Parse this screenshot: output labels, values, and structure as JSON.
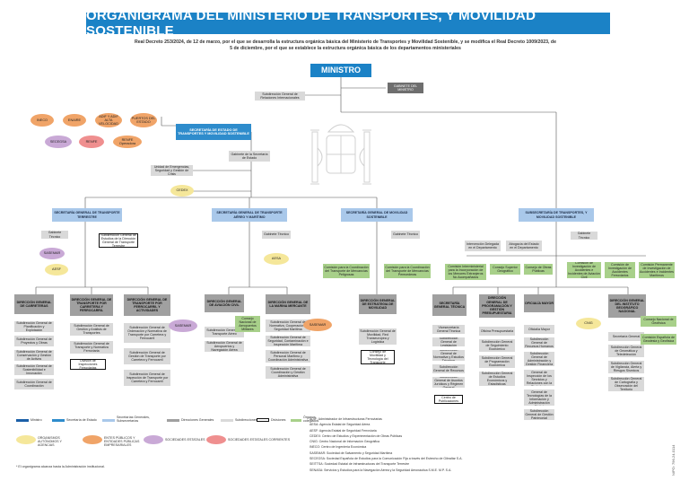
{
  "title": "ORGANIGRAMA DEL MINISTERIO DE TRANSPORTES, Y MOVILIDAD SOSTENIBLE",
  "subtitle": "Real Decreto 253/2024, de 12 de marzo, por el que se desarrolla la estructura orgánica básica del Ministerio de Transportes y Movilidad Sostenible, y se modifica el Real Decreto 1009/2023, de 5 de diciembre, por el que se establece la estructura orgánica básica de los departamentos ministeriales",
  "ministro": "MINISTRO",
  "gabinete_ministro": "GABINETE DEL MINISTRO",
  "sg_relaciones": "Subdirección General de Relaciones Internacionales",
  "sec_estado": "SECRETARÍA DE ESTADO DE TRANSPORTES Y MOVILIDAD SOSTENIBLE",
  "gabinete_se": "Gabinete de la Secretaría de Estado",
  "unidad_emergencias": "Unidad de Emergencias, Seguridad y Gestión de Crisis",
  "ovals_top": [
    "INECO",
    "ENAIRE",
    "ADIF Y ADIF ALTA VELOCIDAD",
    "PUERTOS DEL ESTADO"
  ],
  "ovals_mid": [
    "SECEGSA",
    "RENFE",
    "RENFE Operadora"
  ],
  "cedex": "CEDEX",
  "sg_terrestre": "SECRETARÍA GENERAL DE TRANSPORTE TERRESTRE",
  "sg_aereo": "SECRETARÍA GENERAL DE TRANSPORTE AÉREO Y MARÍTIMO",
  "sg_movilidad": "SECRETARÍA GENERAL DE MOVILIDAD SOSTENIBLE",
  "subsec": "SUBSECRETARÍA DE TRANSPORTES, Y MOVILIDAD SOSTENIBLE",
  "gabinete_tecnico": "Gabinete Técnico",
  "terr_outline": "Subdirección General de Estudios de la Dirección General de Transporte Terrestre",
  "sasemar": "SASEMAR",
  "aesf": "AESF",
  "aesa": "AESA",
  "mov_green": [
    "Comisión para la Coordinación del Transporte de Mercancías Peligrosas",
    "Comisión para la Coordinación del Transporte de Mercancías Perecederas"
  ],
  "subsec_top": [
    "Intervención Delegada en el Departamento",
    "Abogacía del Estado en el Departamento"
  ],
  "subsec_mid": [
    "Comisión Interministerial para la Incorporación de los Menores Extranjeros No Acompañados",
    "Consejo Superior Geográfico",
    "Consejo de Obras Públicas"
  ],
  "subsec_comisiones": [
    "Comisión de Investigación de Accidentes e Incidentes de Aviación Civil",
    "Comisión de Investigación de Accidentes Ferroviarios",
    "Comisión Permanente de Investigación de Accidentes e Incidentes Marítimos"
  ],
  "dg_cols": [
    {
      "name": "DIRECCIÓN GENERAL DE CARRETERAS",
      "items": [
        "Subdirección General de Planificación y Explotación",
        "Subdirección General de Proyectos y Obras",
        "Subdirección General de Conservación y Gestión de Activos",
        "Subdirección General de Sostenibilidad e Innovación",
        "Subdirección General de Coordinación"
      ]
    },
    {
      "name": "DIRECCIÓN GENERAL DE TRANSPORTE POR CARRETERA Y FERROCARRIL",
      "items": [
        "Subdirección General de Gestión y Análisis de Transportes",
        "Subdirección General de Transporte y Normativa Ferroviaria"
      ],
      "outline": "División de Inspecciones Ferroviarias"
    },
    {
      "name": "DIRECCIÓN GENERAL DE TRANSPORTE POR FERROCARRIL Y ACTIVIDADES",
      "items": [
        "Subdirección General de Ordenación y Normativa de Transporte por Carretera y Ferrocarril",
        "Subdirección General de Gestión de Transporte por Carretera y Ferrocarril",
        "Subdirección General de Inspección de Transporte por Carretera y Ferrocarril"
      ]
    },
    {
      "name": "DIRECCIÓN GENERAL DE AVIACIÓN CIVIL",
      "items": [
        "Subdirección General de Transporte Aéreo",
        "Subdirección General de Aeropuertos y Navegación Aérea"
      ]
    },
    {
      "name": "DIRECCIÓN GENERAL DE LA MARINA MERCANTE",
      "items": [
        "Subdirección General de Normativa, Cooperación y Seguridad Marítima",
        "Subdirección General de Seguridad, Contaminación e Inspección Marítima",
        "Subdirección General de Personal Marítimo y Coordinación Administrativa",
        "Subdirección General de Coordinación y Gestión Administrativa"
      ]
    },
    {
      "name": "DIRECCIÓN GENERAL DE ESTRATEGIA DE MOVILIDAD",
      "items": [
        "Subdirección General de Movilidad, Red Transeuropea y Logística"
      ],
      "outline": "Consejo de Movilidad y Tecnología del Transporte"
    },
    {
      "name": "SECRETARÍA GENERAL TÉCNICA",
      "items": [
        "Vicesecretaría General Técnica",
        "Subdirección General de Legislación",
        "Subdirección General de Normativa y Estudios Técnicos",
        "Subdirección General de Recursos",
        "Subdirección General de Asuntos Jurídicos y Régimen General"
      ],
      "outline": "Centro de Publicaciones"
    },
    {
      "name": "DIRECCIÓN GENERAL DE PROGRAMACIÓN Y GESTIÓN PRESUPUESTARIA",
      "items": [
        "Oficina Presupuestaria",
        "Subdirección General de Seguimiento Económico",
        "Subdirección General de Programación Económica",
        "Subdirección General de Estudios Económicos y Estadísticas"
      ]
    },
    {
      "name": "OFICIALÍA MAYOR",
      "items": [
        "Oficialía Mayor",
        "Subdirección General de Recursos Humanos",
        "Subdirección General de Administración y Gestión Financiera",
        "Subdirección General de Inspección de los Servicios y Relaciones con la Ciudadanía",
        "Subdirección General de Tecnologías de la Información y Administración Digital",
        "Subdirección General de Gestión Patrimonial"
      ]
    },
    {
      "name": "DIRECCIÓN GENERAL DEL INSTITUTO GEOGRÁFICO NACIONAL",
      "items": [
        "Secretaría General",
        "Subdirección General de Geomática y Teledetección",
        "Subdirección General de Vigilancia, Alerta y Riesgos Sísmicos",
        "Subdirección General de Cartografía y Observación del Territorio"
      ]
    }
  ],
  "aereo_greens": [
    "Consejo Nacional de Aeropuertos Militares"
  ],
  "mar_oval": "SASEMAR",
  "subsec_greens": [
    "Consejo Nacional de Geofísica",
    "Comisión Española de Geodesia y Geofísica"
  ],
  "cnig": "CNIG",
  "legend": [
    {
      "label": "Ministro",
      "color": "#1b5fa8"
    },
    {
      "label": "Secretaría de Estado",
      "color": "#2e8ccc"
    },
    {
      "label": "Secretarías Generales, Subsecretarías",
      "color": "#a9c8ea"
    },
    {
      "label": "Direcciones Generales",
      "color": "#a0a0a0"
    },
    {
      "label": "Subdirecciones",
      "color": "#d9d9d9"
    },
    {
      "label": "Divisiones",
      "color": "#ffffff"
    },
    {
      "label": "Órganos colegiados",
      "color": "#a8d08a"
    }
  ],
  "legend_ovals": [
    {
      "label": "ORGANISMOS AUTÓNOMOS Y AGENCIAS",
      "color": "#f5e79a"
    },
    {
      "label": "ENTES PÚBLICOS Y ENTIDADES PÚBLICAS EMPRESARIALES",
      "color": "#f0a468"
    },
    {
      "label": "SOCIEDADES ESTATALES",
      "color": "#c9a9d6"
    },
    {
      "label": "SOCIEDADES ESTATALES CORRIENTES",
      "color": "#ef8f8f"
    }
  ],
  "abbreviations": [
    "ADIF: Administrador de Infraestructuras Ferroviarias",
    "AESA: Agencia Estatal de Seguridad Aérea",
    "AESF: Agencia Estatal de Seguridad Ferroviaria",
    "CEDEX: Centro de Estudios y Experimentación de Obras Públicas",
    "CNIG: Centro Nacional de Información Geográfica",
    "INECO: Centro de Ingeniería Económica",
    "SASEMAR: Sociedad de Salvamento y Seguridad Marítima",
    "SECEGSA: Sociedad Española de Estudios para la Comunicación Fija a través del Estrecho de Gibraltar S.A.",
    "SEITTSA: Sociedad Estatal de Infraestructuras del Transporte Terrestre",
    "SENASA: Servicios y Estudios para la Navegación Aérea y la Seguridad Aeronáutica S.M.E. M.P. S.A."
  ],
  "footnote": "* El organigrama alcanza hasta la Administración institucional.",
  "nipo": "NIPO: 796-24-0114"
}
